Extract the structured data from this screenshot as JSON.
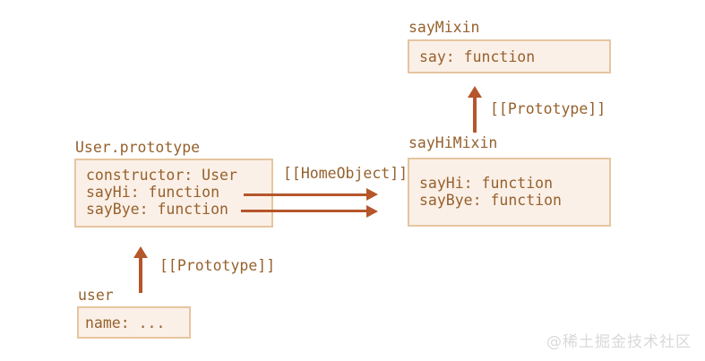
{
  "colors": {
    "box_bg": "#fbf0e7",
    "box_border": "#e6c5a0",
    "text": "#96612d",
    "arrow": "#b5562b",
    "watermark": "#d9d9d9"
  },
  "nodes": {
    "say_mixin": {
      "label": "sayMixin",
      "rows": [
        "say: function"
      ]
    },
    "say_hi_mixin": {
      "label": "sayHiMixin",
      "rows": [
        "sayHi: function",
        "sayBye: function"
      ]
    },
    "user_prototype": {
      "label": "User.prototype",
      "rows": [
        "constructor: User",
        "sayHi: function",
        "sayBye: function"
      ]
    },
    "user": {
      "label": "user",
      "rows": [
        "name: ..."
      ]
    }
  },
  "edges": {
    "prototype_upper": {
      "label": "[[Prototype]]"
    },
    "home_object": {
      "label": "[[HomeObject]]"
    },
    "prototype_lower": {
      "label": "[[Prototype]]"
    }
  },
  "watermark": "@稀土掘金技术社区"
}
